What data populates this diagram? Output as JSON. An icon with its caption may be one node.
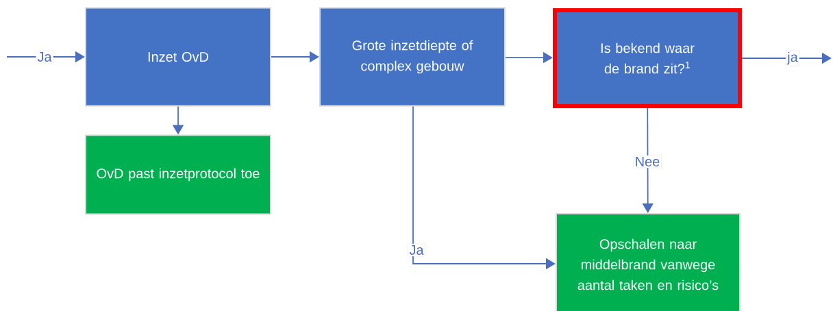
{
  "diagram": {
    "nodes": [
      {
        "text": [
          "Inzet OvD"
        ]
      },
      {
        "text": [
          "OvD past inzetprotocol toe"
        ]
      },
      {
        "text": [
          "Grote inzetdiepte of complex gebouw"
        ]
      },
      {
        "text": [
          "Is bekend waar de brand zit?$^{1}$"
        ]
      },
      {
        "text": [
          "Opschalen naar middelbrand vanwege aantal taken en risico’s"
        ]
      }
    ],
    "edges": [
      {
        "from": null,
        "to": 0,
        "arrow": "to",
        "label": "Ja"
      },
      {
        "from": 0,
        "to": 2,
        "arrow": "to"
      },
      {
        "from": 0,
        "to": 1,
        "arrow": "to"
      },
      {
        "from": 2,
        "to": 3,
        "arrow": "to"
      },
      {
        "from": 3,
        "to": null,
        "arrow": "to",
        "label": "ja"
      },
      {
        "from": 3,
        "to": 4,
        "arrow": "to",
        "label": "Nee"
      },
      {
        "from": 2,
        "to": 4,
        "arrow": "to",
        "label": "Ja"
      }
    ]
  }
}
